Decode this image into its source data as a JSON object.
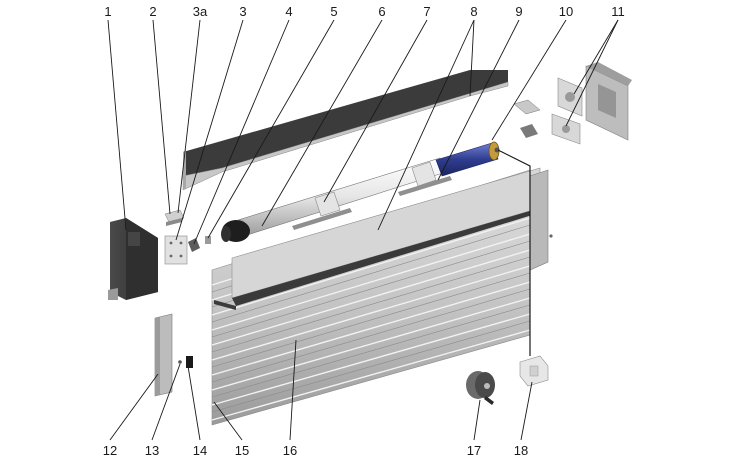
{
  "diagram": {
    "callouts": [
      {
        "id": "c1",
        "text": "1"
      },
      {
        "id": "c2",
        "text": "2"
      },
      {
        "id": "c3a",
        "text": "3a"
      },
      {
        "id": "c3",
        "text": "3"
      },
      {
        "id": "c4",
        "text": "4"
      },
      {
        "id": "c5",
        "text": "5"
      },
      {
        "id": "c6",
        "text": "6"
      },
      {
        "id": "c7",
        "text": "7"
      },
      {
        "id": "c8",
        "text": "8"
      },
      {
        "id": "c9",
        "text": "9"
      },
      {
        "id": "c10",
        "text": "10"
      },
      {
        "id": "c11",
        "text": "11"
      },
      {
        "id": "c12",
        "text": "12"
      },
      {
        "id": "c13",
        "text": "13"
      },
      {
        "id": "c14",
        "text": "14"
      },
      {
        "id": "c15",
        "text": "15"
      },
      {
        "id": "c16",
        "text": "16"
      },
      {
        "id": "c17",
        "text": "17"
      },
      {
        "id": "c18",
        "text": "18"
      }
    ],
    "colors": {
      "panel_fill": "#c9c9c9",
      "panel_dark": "#3f3f3f",
      "motor_blue": "#2f3d8f",
      "line": "#1a1a1a"
    }
  }
}
